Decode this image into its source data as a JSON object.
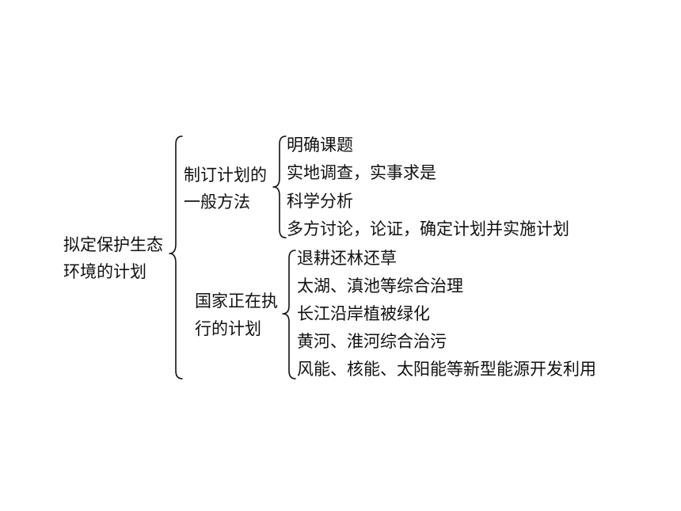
{
  "root": {
    "lines": [
      "拟定保护生态",
      "环境的计划"
    ]
  },
  "branches": [
    {
      "label": [
        "制订计划的",
        "一般方法"
      ],
      "items": [
        "明确课题",
        "实地调查，实事求是",
        "科学分析",
        "多方讨论，论证，确定计划并实施计划"
      ]
    },
    {
      "label": [
        "国家正在执",
        "行的计划"
      ],
      "items": [
        "退耕还林还草",
        "太湖、滇池等综合治理",
        "长江沿岸植被绿化",
        "黄河、淮河综合治污",
        "风能、核能、太阳能等新型能源开发利用"
      ]
    }
  ]
}
